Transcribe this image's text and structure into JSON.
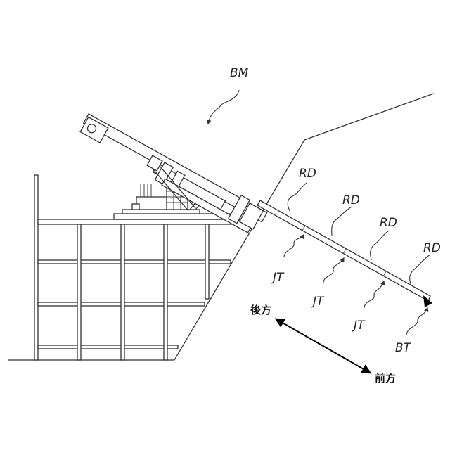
{
  "labels": {
    "machine": "BM",
    "rods": [
      "RD",
      "RD",
      "RD",
      "RD"
    ],
    "joints": [
      "JT",
      "JT",
      "JT"
    ],
    "bit": "BT"
  },
  "directions": {
    "rear": "後方",
    "front": "前方"
  }
}
